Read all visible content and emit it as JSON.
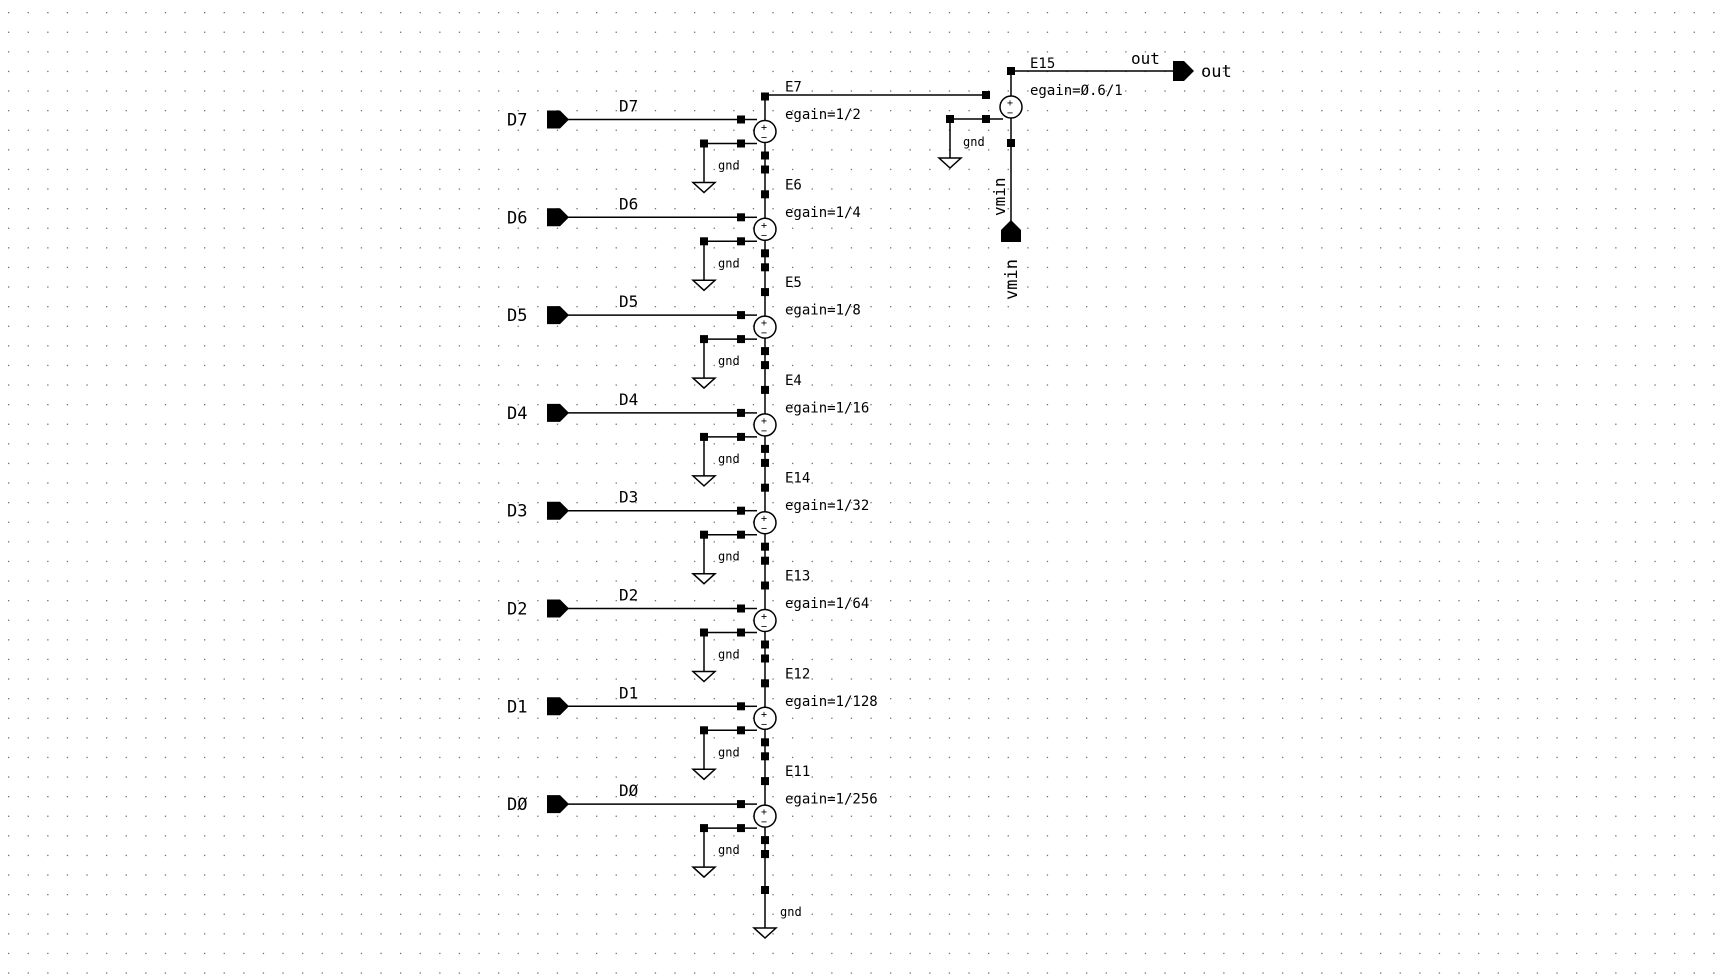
{
  "schematic": {
    "inputs": [
      {
        "pin": "D7",
        "net": "D7",
        "instance": "E7",
        "egain": "egain=1/2"
      },
      {
        "pin": "D6",
        "net": "D6",
        "instance": "E6",
        "egain": "egain=1/4"
      },
      {
        "pin": "D5",
        "net": "D5",
        "instance": "E5",
        "egain": "egain=1/8"
      },
      {
        "pin": "D4",
        "net": "D4",
        "instance": "E4",
        "egain": "egain=1/16"
      },
      {
        "pin": "D3",
        "net": "D3",
        "instance": "E14",
        "egain": "egain=1/32"
      },
      {
        "pin": "D2",
        "net": "D2",
        "instance": "E13",
        "egain": "egain=1/64"
      },
      {
        "pin": "D1",
        "net": "D1",
        "instance": "E12",
        "egain": "egain=1/128"
      },
      {
        "pin": "DØ",
        "net": "DØ",
        "instance": "E11",
        "egain": "egain=1/256"
      }
    ],
    "ground_label": "gnd",
    "output_stage": {
      "instance": "E15",
      "egain": "egain=Ø.6/1",
      "out_net": "out",
      "out_pin": "out",
      "vmin_net": "vmin",
      "vmin_pin": "vmin"
    }
  }
}
